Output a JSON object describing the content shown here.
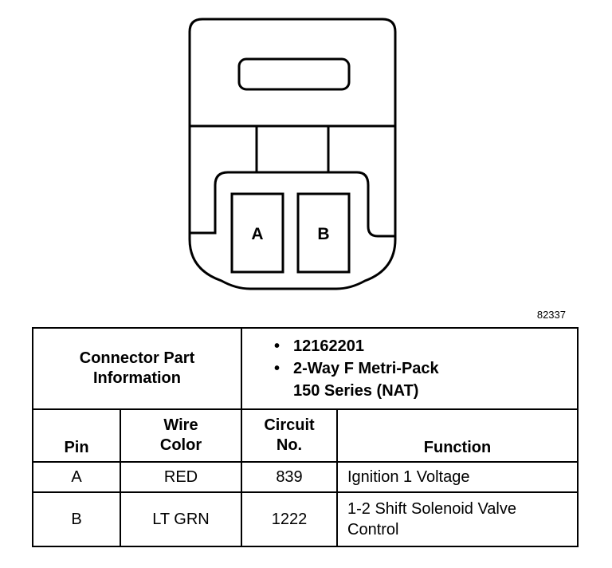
{
  "diagram": {
    "pins": [
      "A",
      "B"
    ],
    "figure_id": "82337"
  },
  "table": {
    "connector_label": "Connector Part Information",
    "part_number": "12162201",
    "part_desc_line1": "2-Way F Metri-Pack",
    "part_desc_line2": "150 Series (NAT)",
    "headers": {
      "pin": "Pin",
      "wire_color": "Wire Color",
      "circuit_no": "Circuit No.",
      "function": "Function"
    },
    "rows": [
      {
        "pin": "A",
        "wire_color": "RED",
        "circuit": "839",
        "function": "Ignition 1 Voltage"
      },
      {
        "pin": "B",
        "wire_color": "LT GRN",
        "circuit": "1222",
        "function": "1-2 Shift Solenoid Valve Control"
      }
    ]
  }
}
